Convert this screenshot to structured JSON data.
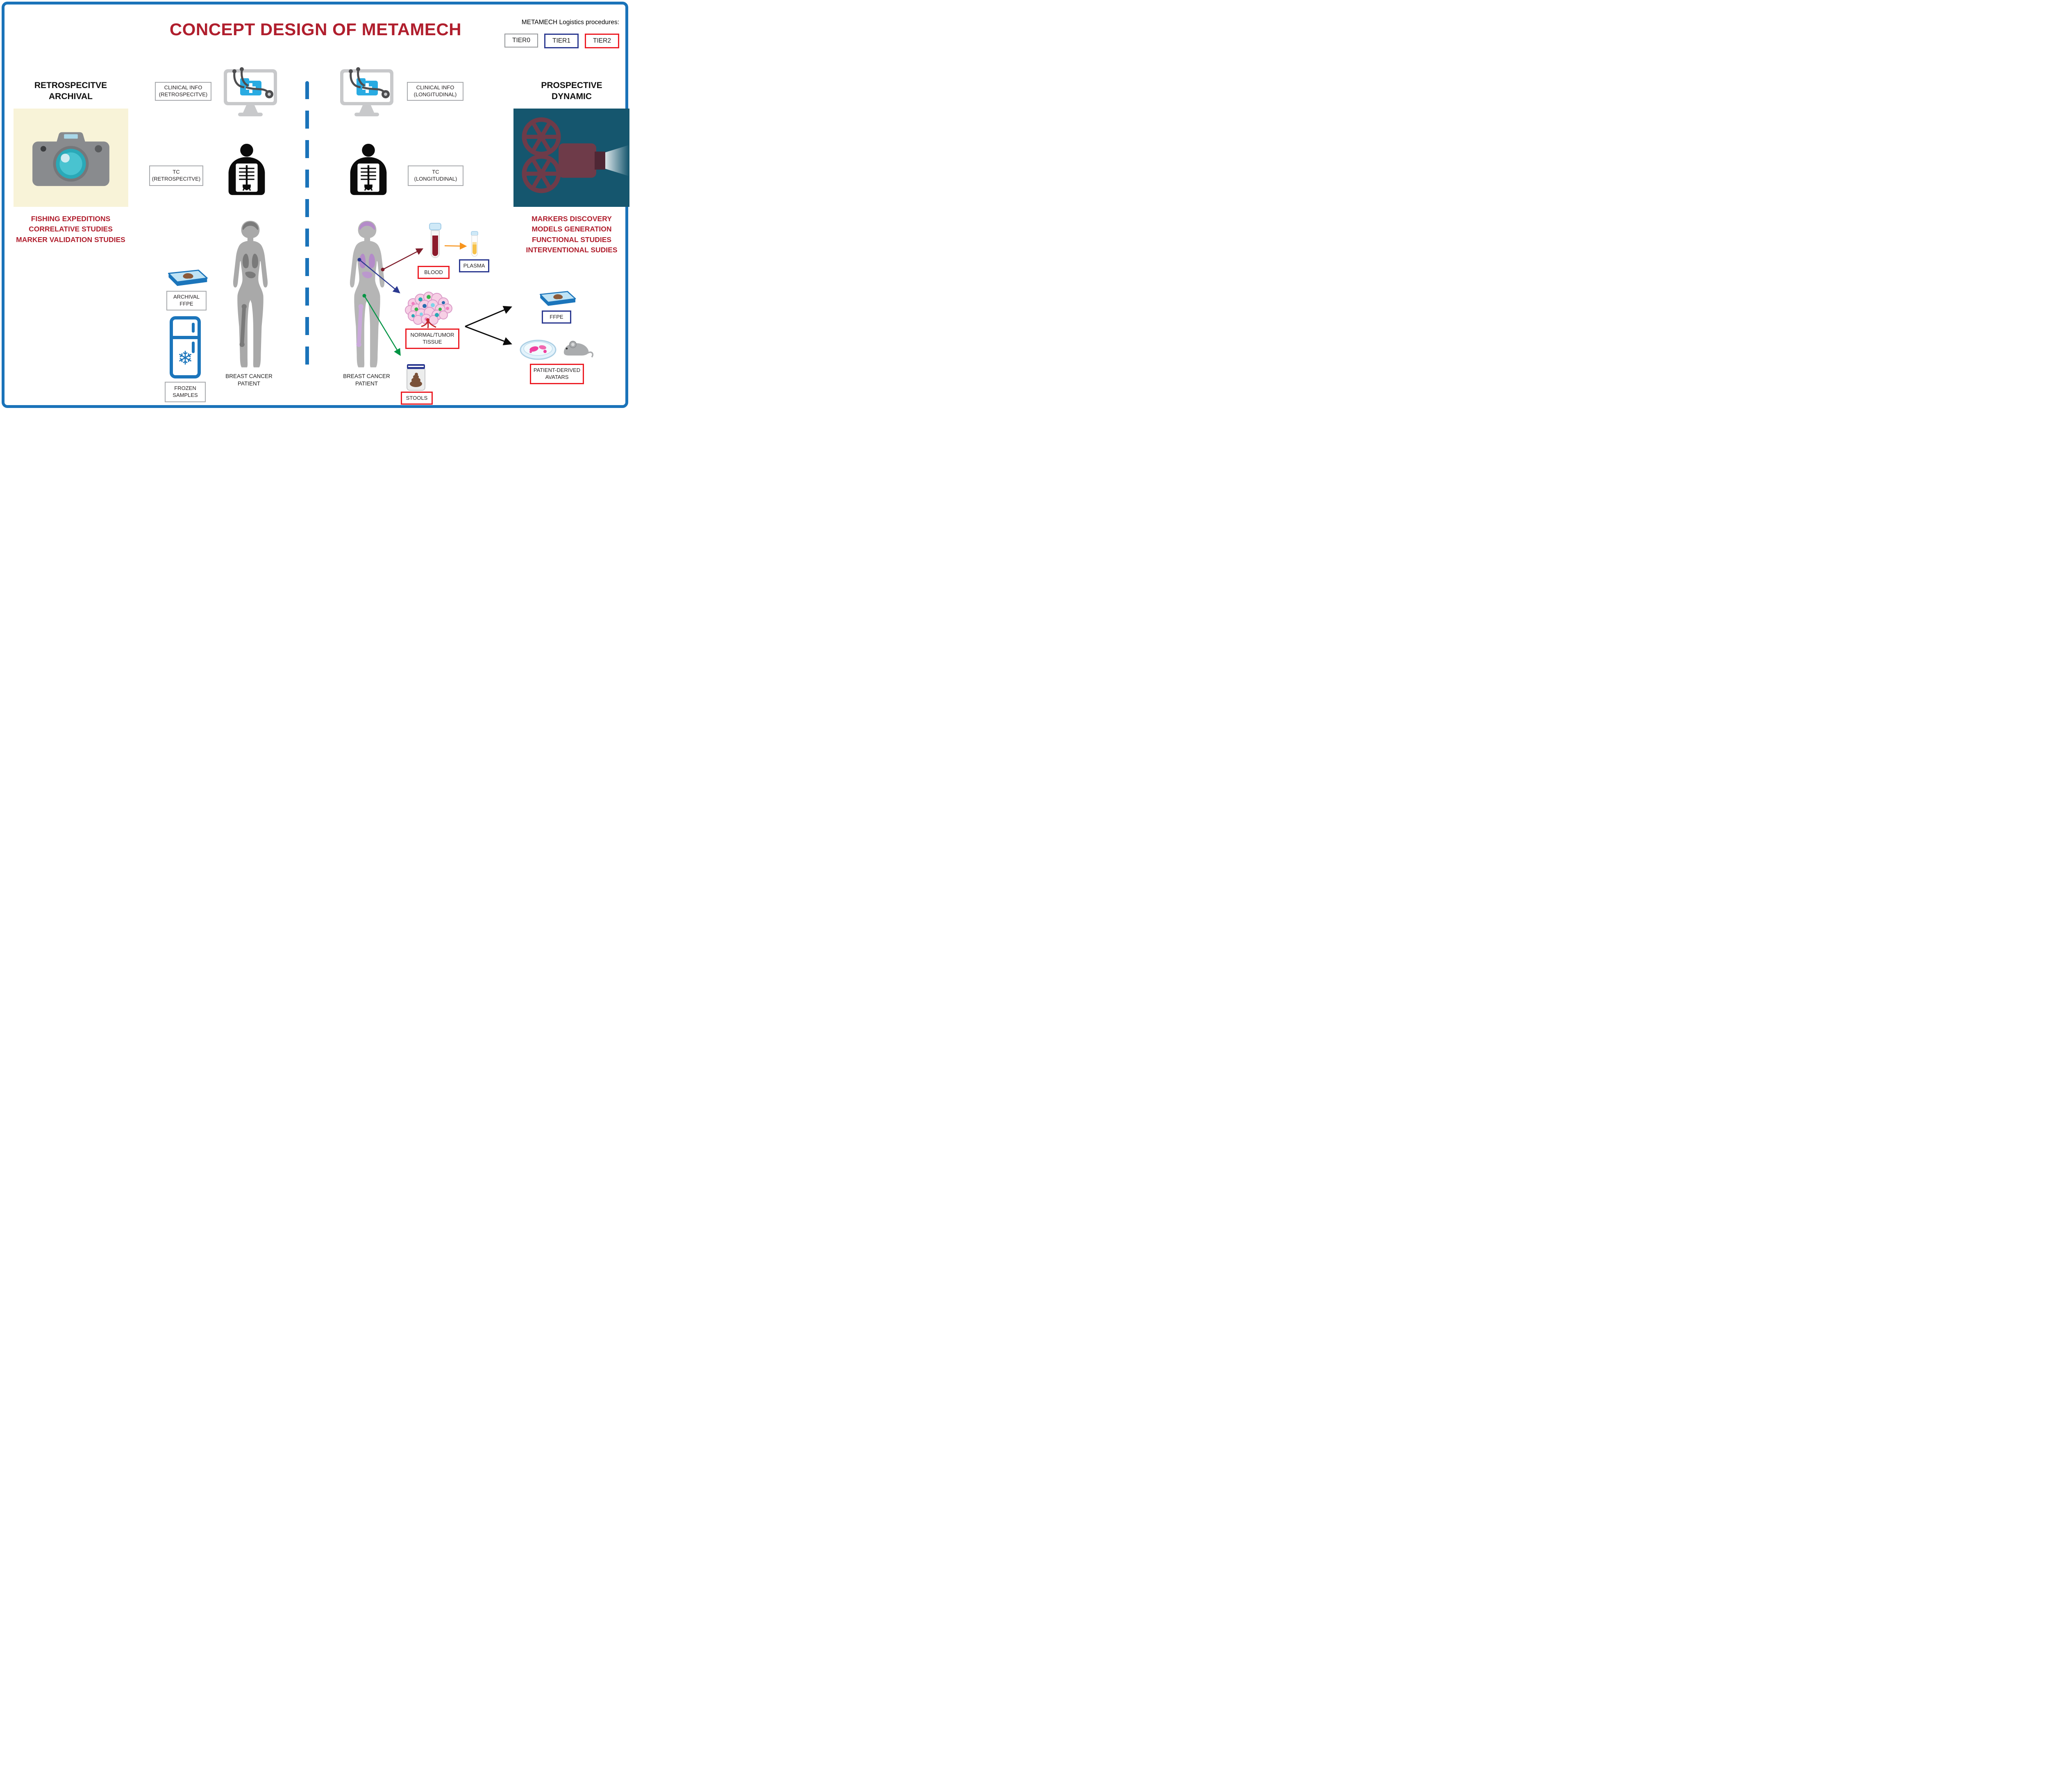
{
  "title": "CONCEPT DESIGN OF METAMECH",
  "legend": {
    "heading": "METAMECH Logistics procedures:",
    "tiers": [
      {
        "label": "TIER0",
        "color": "#939598"
      },
      {
        "label": "TIER1",
        "color": "#2b3990"
      },
      {
        "label": "TIER2",
        "color": "#ec1c24"
      }
    ]
  },
  "colors": {
    "frame_blue": "#1a73b9",
    "title_red": "#b01e2d",
    "tier0_gray": "#939598",
    "tier1_navy": "#2b3990",
    "tier2_red": "#ec1c24",
    "arrow_dark_red": "#7f1d2b",
    "arrow_orange": "#f7941d",
    "arrow_blue": "#2b3990",
    "arrow_green": "#009444",
    "panel_yellow": "#f8f3d8",
    "panel_teal": "#15566e"
  },
  "left_panel": {
    "heading": [
      "RETROSPECITVE",
      "ARCHIVAL"
    ],
    "bullets": [
      "FISHING EXPEDITIONS",
      "CORRELATIVE STUDIES",
      "MARKER VALIDATION STUDIES"
    ]
  },
  "right_panel": {
    "heading": [
      "PROSPECTIVE",
      "DYNAMIC"
    ],
    "bullets": [
      "MARKERS DISCOVERY",
      "MODELS GENERATION",
      "FUNCTIONAL STUDIES",
      "INTERVENTIONAL SUDIES"
    ]
  },
  "retrospective": {
    "clinical_info": [
      "CLINICAL INFO",
      "(RETROSPECITVE)"
    ],
    "tc": [
      "TC",
      "(RETROSPECITVE)"
    ],
    "archival_ffpe": [
      "ARCHIVAL",
      "FFPE"
    ],
    "frozen_samples": [
      "FROZEN",
      "SAMPLES"
    ],
    "patient": [
      "BREAST CANCER",
      "PATIENT"
    ]
  },
  "longitudinal": {
    "clinical_info": [
      "CLINICAL INFO",
      "(LONGITUDINAL)"
    ],
    "tc": [
      "TC",
      "(LONGITUDINAL)"
    ],
    "patient": [
      "BREAST CANCER",
      "PATIENT"
    ],
    "samples": {
      "blood": "BLOOD",
      "plasma": "PLASMA",
      "tissue": [
        "NORMAL/TUMOR",
        "TISSUE"
      ],
      "stools": "STOOLS",
      "ffpe": "FFPE",
      "avatars": [
        "PATIENT-DERIVED",
        "AVATARS"
      ]
    }
  },
  "icons": {
    "left_panel": "camera-icon",
    "right_panel": "movie-projector-icon",
    "clinical_info": "medical-records-monitor-icon",
    "tc": "xray-scan-icon",
    "patient": "body-silhouette",
    "archival_ffpe": "ffpe-cassette-icon",
    "frozen_samples": "freezer-icon",
    "blood": "blood-tube-icon",
    "plasma": "plasma-tube-icon",
    "tissue": "tumor-cells-icon",
    "stools": "stool-sample-icon",
    "ffpe": "ffpe-cassette-icon",
    "avatars": "petri-dish-and-mouse-icon"
  }
}
